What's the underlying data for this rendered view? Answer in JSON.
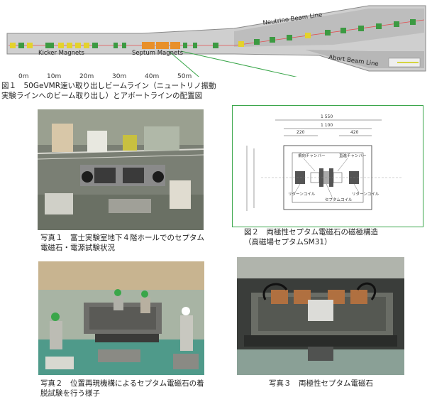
{
  "beamline": {
    "kicker_label": "Kicker Magnets",
    "septum_label": "Septum Magnets",
    "neutrino_label": "Neutrino Beam Line",
    "abort_label": "Abort Beam Line",
    "scale_ticks": [
      "0m",
      "10m",
      "20m",
      "30m",
      "40m",
      "50m"
    ]
  },
  "figure1": {
    "caption_line1": "図１　50GeVMR速い取り出しビームライン（ニュートリノ振動",
    "caption_line2": "実験ラインへのビーム取り出し）とアボートラインの配置図"
  },
  "photo1": {
    "caption_line1": "写真１　富士実験室地下４階ホールでのセプタム",
    "caption_line2": "電磁石・電源試験状況"
  },
  "figure2": {
    "caption_line1": "図２　両極性セプタム電磁石の磁極構造",
    "caption_line2": "（高磁場セプタムSM31）",
    "dim_overall": "1 550",
    "dim_inner": "1 100",
    "dim_left": "220",
    "dim_right": "420",
    "label_chamber_left": "偏向チャンバー",
    "label_chamber_right": "直進チャンバー",
    "label_return_coil_left": "リターンコイル",
    "label_return_coil_right": "リターンコイル",
    "label_septum_coil": "セプタムコイル"
  },
  "photo2": {
    "caption_line1": "写真２　位置再現機構によるセプタム電磁石の着",
    "caption_line2": "脱試験を行う様子"
  },
  "photo3": {
    "caption_line1": "写真３　両極性セプタム電磁石"
  },
  "colors": {
    "tunnel_gray": "#c9c9c9",
    "connector_green": "#3aa64a",
    "magnet_yellow": "#e4d22c",
    "magnet_orange": "#e8902a",
    "magnet_green": "#3c9a42"
  }
}
